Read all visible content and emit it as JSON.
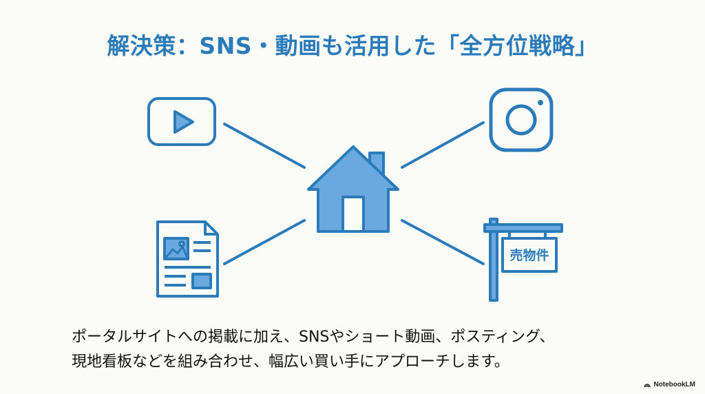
{
  "title": "解決策：SNS・動画も活用した「全方位戦略」",
  "diagram": {
    "center_icon": "house-icon",
    "nodes": [
      {
        "icon": "video-play-icon"
      },
      {
        "icon": "instagram-icon"
      },
      {
        "icon": "flyer-document-icon"
      },
      {
        "icon": "for-sale-sign-icon",
        "label": "売物件"
      }
    ]
  },
  "body": {
    "line1": "ポータルサイトへの掲載に加え、SNSやショート動画、ポスティング、",
    "line2": "現地看板などを組み合わせ、幅広い買い手にアプローチします。"
  },
  "brand": "NotebookLM",
  "colors": {
    "accent": "#2b7bbb",
    "house_fill": "#6aa9e0",
    "background": "#fbfbf9"
  }
}
